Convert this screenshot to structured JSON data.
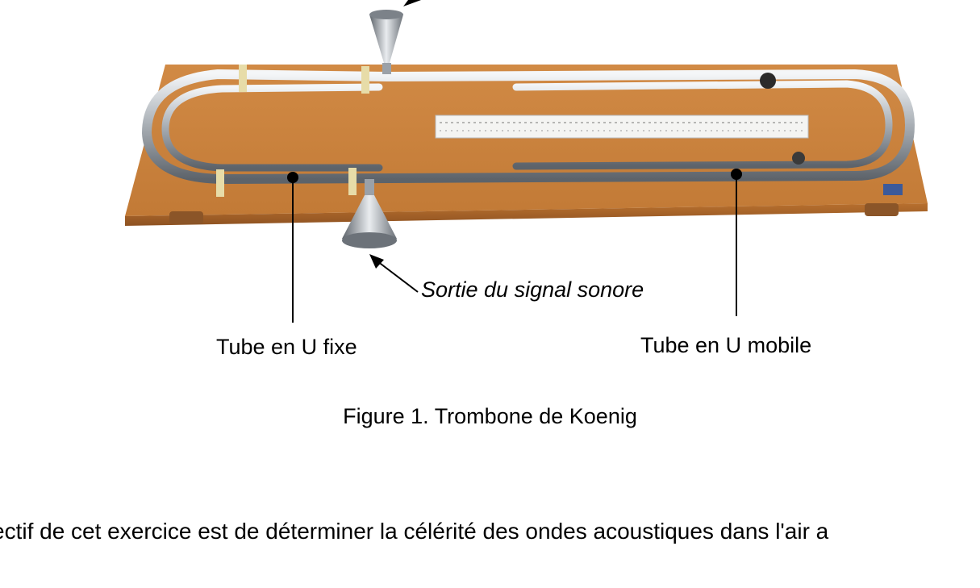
{
  "figure": {
    "caption": "Figure 1. Trombone de Koenig",
    "labels": {
      "sound_output": "Sortie du signal sonore",
      "fixed_tube": "Tube en U fixe",
      "mobile_tube": "Tube en U mobile"
    },
    "colors": {
      "wood": "#c9803c",
      "wood_dark": "#9a5a24",
      "steel": "#c8cdd2",
      "ruler": "#f2f2f2"
    }
  },
  "body_text": "ectif de cet exercice est de déterminer la célérité des ondes acoustiques dans l'air a"
}
